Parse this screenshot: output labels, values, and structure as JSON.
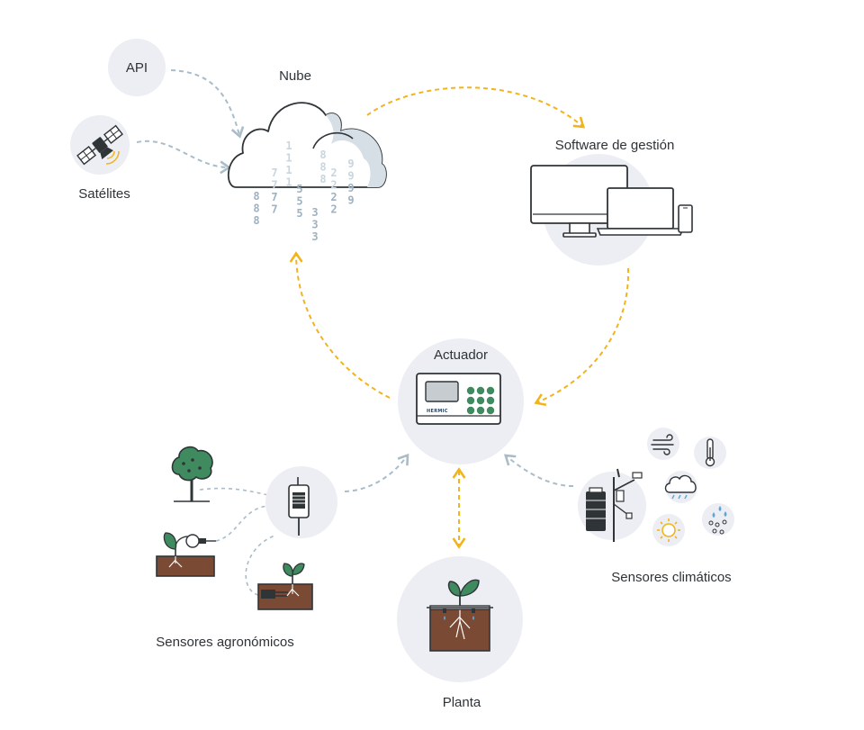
{
  "nodes": {
    "api": {
      "label": "API"
    },
    "satellites": {
      "label": "Satélites"
    },
    "cloud": {
      "label": "Nube"
    },
    "software": {
      "label": "Software de gestión"
    },
    "actuator": {
      "label": "Actuador",
      "brand": "HERMIC"
    },
    "agro_sensors": {
      "label": "Sensores agronómicos"
    },
    "climate_sensors": {
      "label": "Sensores climáticos"
    },
    "plant": {
      "label": "Planta"
    }
  },
  "cloud_digits": {
    "columns": [
      [
        "8",
        "8",
        "8"
      ],
      [
        "7",
        "7",
        "7",
        "7"
      ],
      [
        "1",
        "1",
        "1",
        "1"
      ],
      [
        "5",
        "5",
        "5"
      ],
      [
        "3",
        "3",
        "3"
      ],
      [
        "8",
        "8",
        "8"
      ],
      [
        "2",
        "2",
        "2",
        "2"
      ],
      [
        "9",
        "9",
        "9",
        "9"
      ]
    ]
  },
  "colors": {
    "primary_flow": "#f2b41c",
    "secondary_flow": "#a9bcc9",
    "circle_bg": "#eceef3",
    "line": "#2f3437",
    "leaf": "#3f8a5e",
    "soil": "#7a4a34",
    "digit_light": "#c9d6df",
    "digit_dark": "#9fb2c0"
  },
  "icons": {
    "satellite": "satellite-icon",
    "cloud": "cloud-icon",
    "devices": "devices-icon",
    "controller": "controller-icon",
    "tree": "tree-icon",
    "sensor": "sensor-box-icon",
    "wind": "wind-icon",
    "thermometer": "thermometer-icon",
    "rain_cloud": "rain-cloud-icon",
    "sun": "sun-icon",
    "drops": "water-drops-icon",
    "weather_station": "weather-station-icon"
  }
}
